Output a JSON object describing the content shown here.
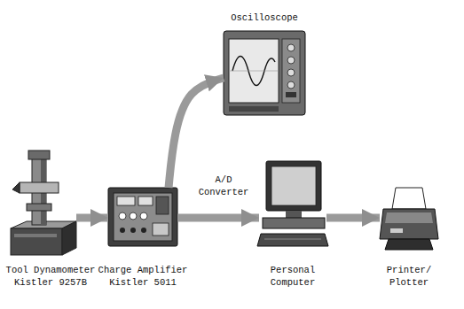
{
  "diagram": {
    "nodes": [
      {
        "text": [
          "Tool Dynamometer Kistler 9257B"
        ]
      },
      {
        "text": [
          "Charge Amplifier Kistler 5011"
        ]
      },
      {
        "text": [
          "Oscilloscope"
        ]
      },
      {
        "text": [
          "Personal Computer"
        ]
      },
      {
        "text": [
          "Printer/ Plotter"
        ]
      }
    ],
    "edges": [
      {
        "from": 0,
        "to": 1,
        "arrow": "to"
      },
      {
        "from": 1,
        "to": 2,
        "arrow": "to"
      },
      {
        "from": 1,
        "to": 3,
        "label": "A/D Converter",
        "arrow": "to"
      },
      {
        "from": 3,
        "to": 4,
        "arrow": "to"
      }
    ]
  }
}
